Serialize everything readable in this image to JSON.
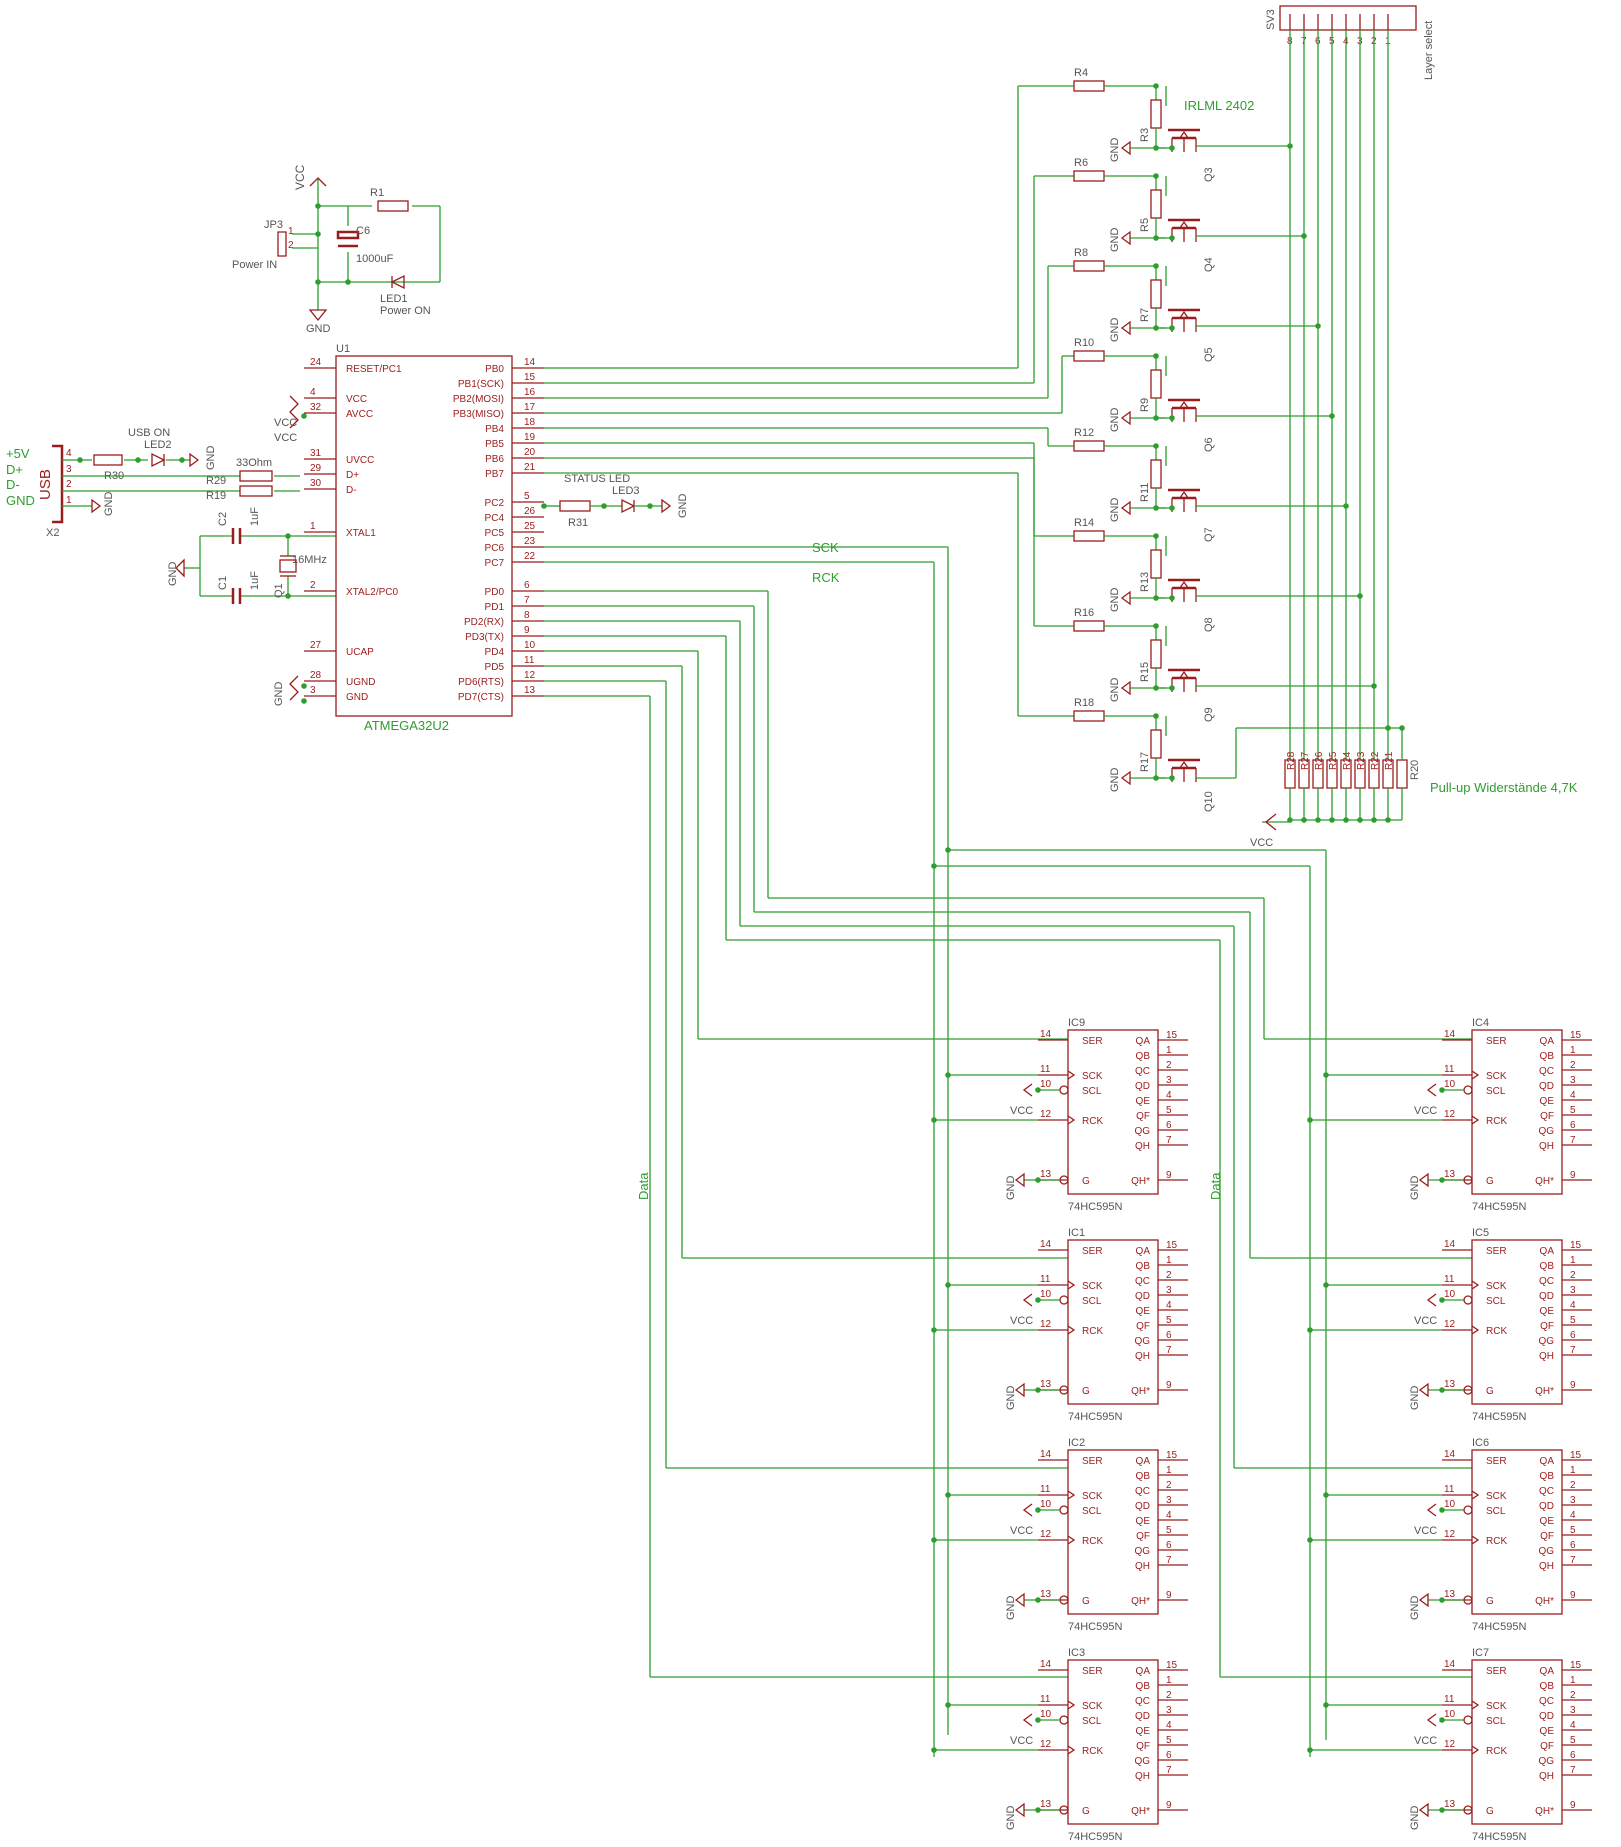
{
  "power": {
    "vcc": "VCC",
    "gnd": "GND",
    "r1": "R1",
    "c6": "C6",
    "c6_val": "1000uF",
    "jp3": "JP3",
    "jp3_label": "Power IN",
    "jp3_pin1": "1",
    "jp3_pin2": "2",
    "led1": "LED1",
    "led1_label": "Power ON"
  },
  "usb": {
    "x2": "X2",
    "usb": "USB",
    "pins": [
      "+5V",
      "D+",
      "D-",
      "GND"
    ],
    "pin_nums": [
      "4",
      "3",
      "2",
      "1"
    ],
    "r30": "R30",
    "led2": "LED2",
    "led2_label": "USB ON",
    "gnd": "GND",
    "r29": "R29",
    "r19": "R19",
    "r_val": "33Ohm",
    "gnd2": "GND"
  },
  "crystal": {
    "c1": "C1",
    "c2": "C2",
    "c_val": "1uF",
    "q1": "Q1",
    "q1_val": "16MHz",
    "gnd": "GND"
  },
  "mcu": {
    "ref": "U1",
    "name": "ATMEGA32U2",
    "left_pins": [
      {
        "num": "24",
        "name": "RESET/PC1"
      },
      {
        "num": "4",
        "name": "VCC"
      },
      {
        "num": "32",
        "name": "AVCC"
      },
      {
        "num": "31",
        "name": "UVCC"
      },
      {
        "num": "29",
        "name": "D+"
      },
      {
        "num": "30",
        "name": "D-"
      },
      {
        "num": "1",
        "name": "XTAL1"
      },
      {
        "num": "2",
        "name": "XTAL2/PC0"
      },
      {
        "num": "27",
        "name": "UCAP"
      },
      {
        "num": "28",
        "name": "UGND"
      },
      {
        "num": "3",
        "name": "GND"
      }
    ],
    "right_pins": [
      {
        "num": "14",
        "name": "PB0"
      },
      {
        "num": "15",
        "name": "PB1(SCK)"
      },
      {
        "num": "16",
        "name": "PB2(MOSI)"
      },
      {
        "num": "17",
        "name": "PB3(MISO)"
      },
      {
        "num": "18",
        "name": "PB4"
      },
      {
        "num": "19",
        "name": "PB5"
      },
      {
        "num": "20",
        "name": "PB6"
      },
      {
        "num": "21",
        "name": "PB7"
      },
      {
        "num": "5",
        "name": "PC2"
      },
      {
        "num": "26",
        "name": "PC4"
      },
      {
        "num": "25",
        "name": "PC5"
      },
      {
        "num": "23",
        "name": "PC6"
      },
      {
        "num": "22",
        "name": "PC7"
      },
      {
        "num": "6",
        "name": "PD0"
      },
      {
        "num": "7",
        "name": "PD1"
      },
      {
        "num": "8",
        "name": "PD2(RX)"
      },
      {
        "num": "9",
        "name": "PD3(TX)"
      },
      {
        "num": "10",
        "name": "PD4"
      },
      {
        "num": "11",
        "name": "PD5"
      },
      {
        "num": "12",
        "name": "PD6(RTS)"
      },
      {
        "num": "13",
        "name": "PD7(CTS)"
      }
    ],
    "vcc1": "VCC",
    "vcc2": "VCC",
    "gnd1": "GND",
    "gnd2": "GND"
  },
  "status": {
    "label": "STATUS LED",
    "r31": "R31",
    "led3": "LED3",
    "gnd": "GND"
  },
  "nets": {
    "sck": "SCK",
    "rck": "RCK",
    "data1": "Data",
    "data2": "Data"
  },
  "mosfets": {
    "part_label": "IRLML 2402",
    "gnd": "GND",
    "rows": [
      {
        "rtop": "R4",
        "rside": "R3",
        "q": "Q3"
      },
      {
        "rtop": "R6",
        "rside": "R5",
        "q": "Q4"
      },
      {
        "rtop": "R8",
        "rside": "R7",
        "q": "Q5"
      },
      {
        "rtop": "R10",
        "rside": "R9",
        "q": "Q6"
      },
      {
        "rtop": "R12",
        "rside": "R11",
        "q": "Q7"
      },
      {
        "rtop": "R14",
        "rside": "R13",
        "q": "Q8"
      },
      {
        "rtop": "R16",
        "rside": "R15",
        "q": "Q9"
      },
      {
        "rtop": "R18",
        "rside": "R17",
        "q": "Q10"
      }
    ]
  },
  "header": {
    "ref": "SV3",
    "label": "Layer select",
    "pins": [
      "8",
      "7",
      "6",
      "5",
      "4",
      "3",
      "2",
      "1"
    ]
  },
  "pullups": {
    "label": "Pull-up Widerstände 4,7K",
    "vcc": "VCC",
    "refs": [
      "R28",
      "R27",
      "R26",
      "R25",
      "R24",
      "R23",
      "R22",
      "R21",
      "R20"
    ]
  },
  "shift_registers": {
    "part": "74HC595N",
    "left_pins": [
      {
        "num": "14",
        "name": "SER"
      },
      {
        "num": "11",
        "name": "SCK"
      },
      {
        "num": "10",
        "name": "SCL"
      },
      {
        "num": "12",
        "name": "RCK"
      },
      {
        "num": "13",
        "name": "G"
      }
    ],
    "right_pins": [
      {
        "num": "15",
        "name": "QA"
      },
      {
        "num": "1",
        "name": "QB"
      },
      {
        "num": "2",
        "name": "QC"
      },
      {
        "num": "3",
        "name": "QD"
      },
      {
        "num": "4",
        "name": "QE"
      },
      {
        "num": "5",
        "name": "QF"
      },
      {
        "num": "6",
        "name": "QG"
      },
      {
        "num": "7",
        "name": "QH"
      },
      {
        "num": "9",
        "name": "QH*"
      }
    ],
    "vcc": "VCC",
    "gnd": "GND",
    "chips": [
      "IC9",
      "IC1",
      "IC2",
      "IC3",
      "IC4",
      "IC5",
      "IC6",
      "IC7"
    ]
  }
}
